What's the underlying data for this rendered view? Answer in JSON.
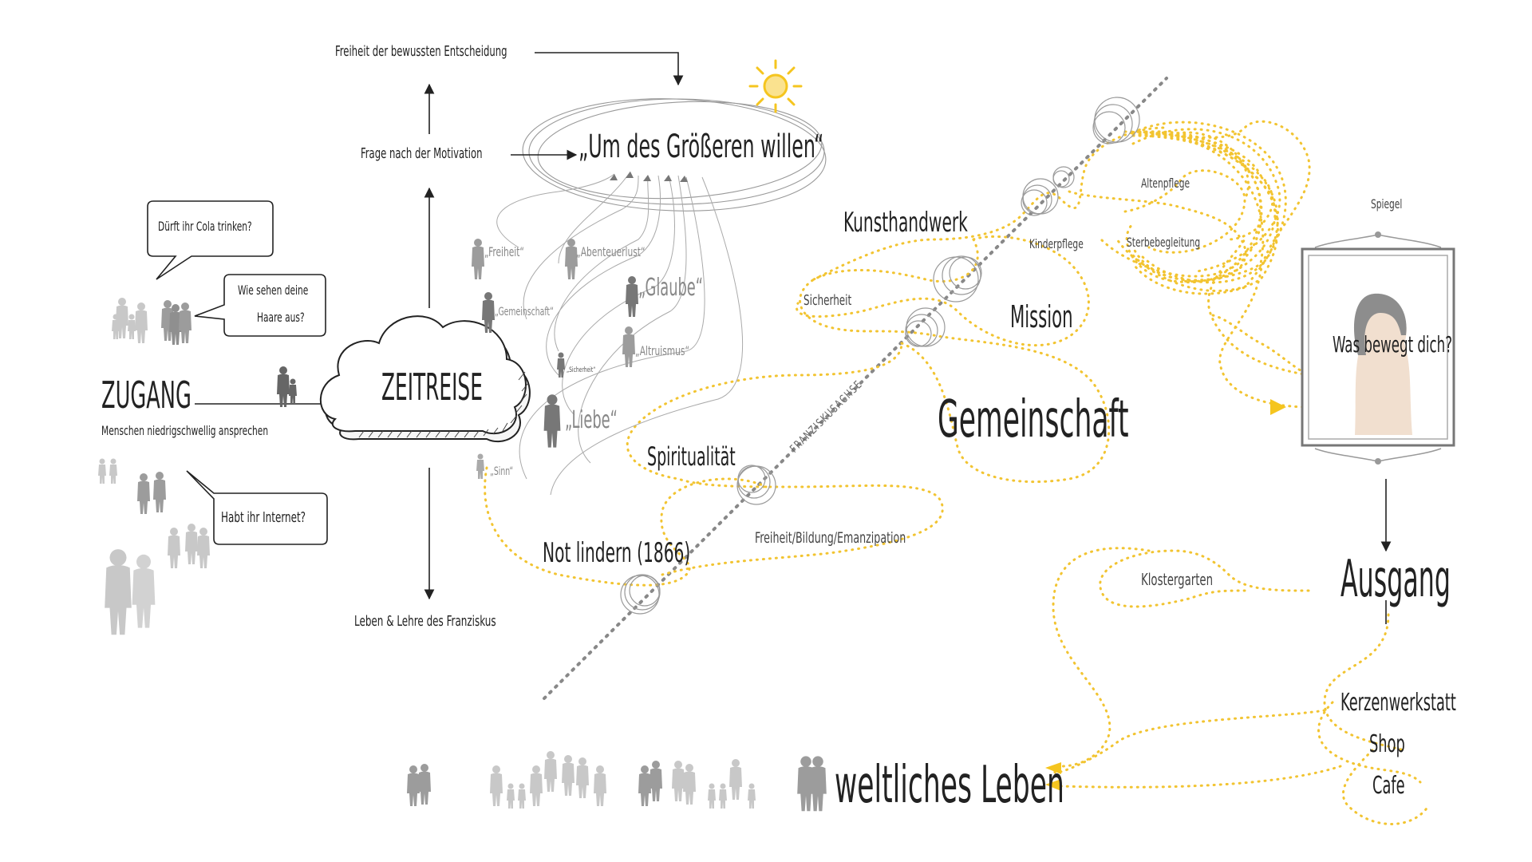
{
  "top": {
    "freiheit": "Freiheit der bewussten Entscheidung",
    "motivation": "Frage nach der Motivation",
    "groesseren": "„Um des Größeren willen“",
    "leben_lehre": "Leben & Lehre des Franziskus"
  },
  "zugang": {
    "title": "ZUGANG",
    "subtitle": "Menschen niedrigschwellig ansprechen",
    "bubble1": "Dürft ihr Cola trinken?",
    "bubble2_line1": "Wie sehen deine",
    "bubble2_line2": "Haare aus?",
    "bubble3": "Habt ihr Internet?"
  },
  "zeitreise": "ZEITREISE",
  "motives": [
    "„Freiheit“",
    "„Abenteuerlust“",
    "„Gemeinschaft“",
    "„Glaube“",
    "„Altruismus“",
    "„Sicherheit“",
    "„Liebe“",
    "„Sinn“"
  ],
  "path": {
    "axis_label": "FRANZISKUSACHSE",
    "kunsthandwerk": "Kunsthandwerk",
    "altenpflege": "Altenpflege",
    "kinderpflege": "Kinderpflege",
    "sterbebegleitung": "Sterbebegleitung",
    "sicherheit": "Sicherheit",
    "mission": "Mission",
    "gemeinschaft": "Gemeinschaft",
    "spiritualitaet": "Spiritualität",
    "freiheit_bildung": "Freiheit/Bildung/Emanzipation",
    "not_lindern": "Not lindern (1866)",
    "klostergarten": "Klostergarten"
  },
  "mirror": {
    "label": "Spiegel",
    "question": "Was bewegt dich?"
  },
  "exit": {
    "ausgang": "Ausgang",
    "kerzen": "Kerzenwerkstatt",
    "shop": "Shop",
    "cafe": "Cafe",
    "weltlich": "weltliches Leben"
  },
  "colors": {
    "path_yellow": "#f2c431",
    "sun_yellow": "#f5c51f",
    "ink": "#222222",
    "gray_figure": "#8f8f8f",
    "light_figure": "#c8c8c8"
  }
}
